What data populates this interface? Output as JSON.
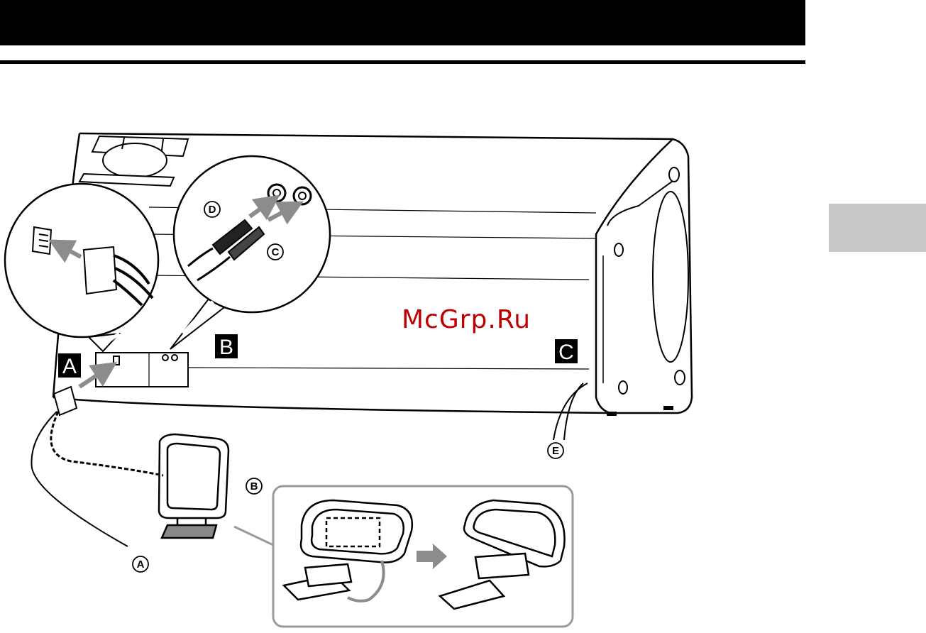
{
  "page": {
    "header_color": "#000000",
    "side_tab_color": "#c8c8c8"
  },
  "labels": {
    "a": "A",
    "b": "B",
    "c": "C"
  },
  "callouts": {
    "a": "A",
    "b": "B",
    "c": "C",
    "d": "D",
    "e": "E"
  },
  "watermark": "McGrp.Ru",
  "colors": {
    "arrow": "#8c8c8c",
    "line": "#000000",
    "panel_border": "#9a9a9a"
  }
}
